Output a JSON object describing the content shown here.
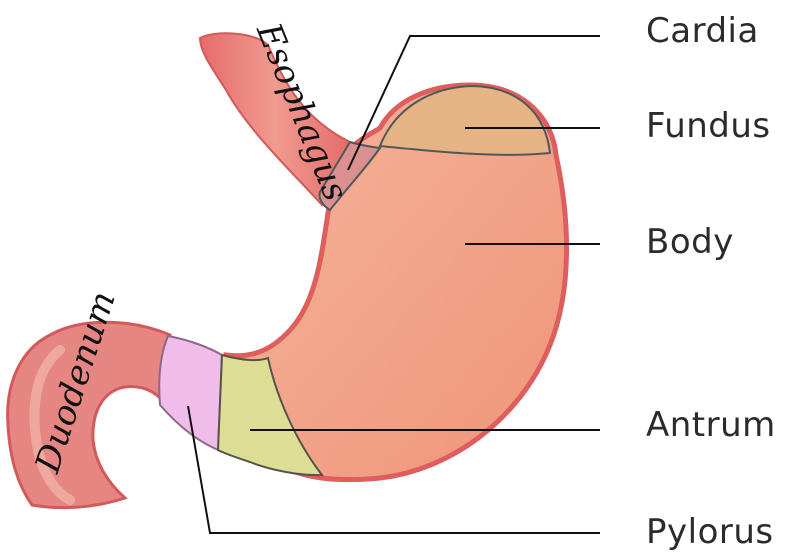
{
  "labels": {
    "cardia": "Cardia",
    "fundus": "Fundus",
    "body": "Body",
    "antrum": "Antrum",
    "pylorus": "Pylorus"
  },
  "handwritten": {
    "esophagus": "Esophagus",
    "duodenum": "Duodenum"
  },
  "colors": {
    "stomach_body": "#f2a188",
    "outline": "#de5e5e",
    "fundus": "#e6b385",
    "cardia": "#d9908e",
    "antrum": "#dedd96",
    "pylorus": "#f0bcea",
    "tube": "#e07a78",
    "leader": "#111111"
  }
}
